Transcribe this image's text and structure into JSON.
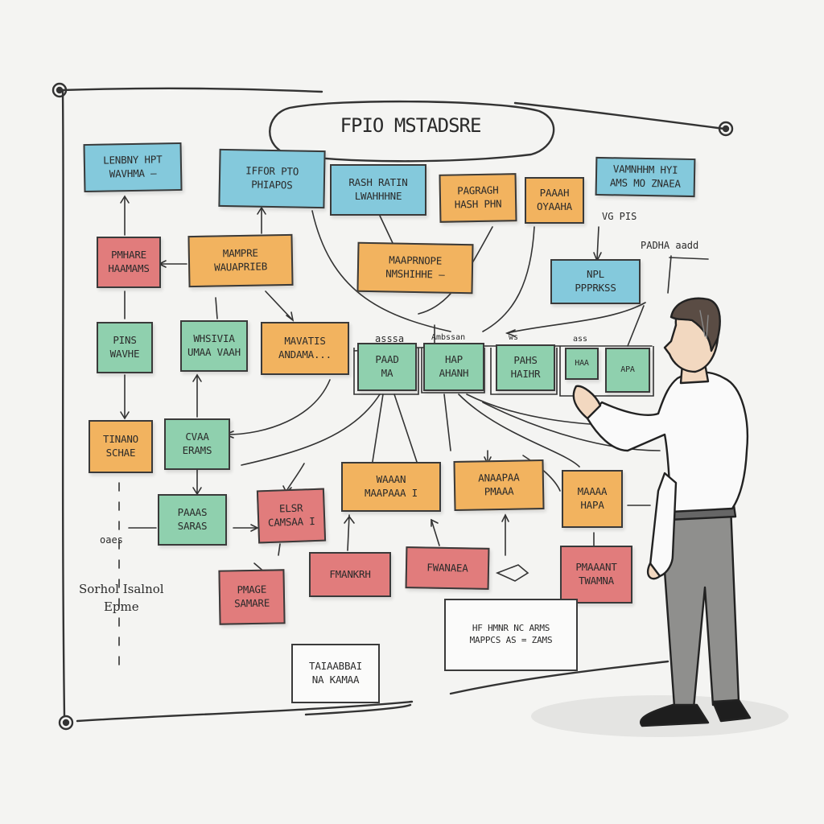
{
  "board": {
    "title": "FPIO MSTADSRE",
    "notes": {
      "n1": [
        "LENBNY HPT",
        "WAVHMA —"
      ],
      "n2": [
        "IFFOR PTO",
        "PHIAPOS"
      ],
      "n3": [
        "RASH RATIN",
        "LWAHHHNE"
      ],
      "n4": [
        "PAGRAGH",
        "HASH PHN"
      ],
      "n5": [
        "PAAAH",
        "OYAAHA"
      ],
      "n6": [
        "VAMNHHM HYI",
        "AMS MO ZNAEA"
      ],
      "n7": [
        "PMHARE",
        "HAAMAMS"
      ],
      "n8": [
        "MAMPRE",
        "WAUAPRIEB"
      ],
      "n9": [
        "MAAPRNOPE",
        "NMSHIHHE —"
      ],
      "n10": [
        "NPL",
        "PPPRKSS"
      ],
      "n11": [
        "PINS",
        "WAVHE"
      ],
      "n12": [
        "WHSIVIA",
        "UMAA VAAH"
      ],
      "n13": [
        "MAVATIS",
        "ANDAMA..."
      ],
      "n14": [
        "PAAD",
        "MA"
      ],
      "n15": [
        "HAP",
        "AHANH"
      ],
      "n16": [
        "PAHS",
        "HAIHR"
      ],
      "n17": [
        "HAA",
        ""
      ],
      "n18": [
        "APA",
        ""
      ],
      "n19": [
        "TINANO",
        "SCHAE"
      ],
      "n20": [
        "CVAA",
        "ERAMS"
      ],
      "n21": [
        "WAAAN",
        "MAAPAAA I"
      ],
      "n22": [
        "ANAAPAA",
        "PMAAA"
      ],
      "n23": [
        "MAAAA",
        "HAPA"
      ],
      "n24": [
        "PAAAS",
        "SARAS"
      ],
      "n25": [
        "ELSR",
        "CAMSAA I"
      ],
      "n26": [
        "FMANKRH",
        ""
      ],
      "n27": [
        "FWANAEA",
        ""
      ],
      "n28": [
        "PMAAANT",
        "TWAMNA"
      ],
      "n29": [
        "PMAGE",
        "SAMARE"
      ],
      "n30": [
        "TAIAABBAI",
        "NA KAMAA"
      ],
      "n31": [
        "HF HMNR NC ARMS",
        "MAPPCS AS = ZAMS"
      ]
    },
    "labels": {
      "l1": "asssa",
      "l2": "Ambssan",
      "l3": "ws",
      "l4": "ass",
      "l5": "VG PIS",
      "l6": "PADHA aadd",
      "l7": "oaes"
    },
    "legend": {
      "line1": "Sorhol Isalnol",
      "line2": "Epme"
    }
  },
  "colors": {
    "blue": "#84c9dc",
    "orange": "#f2b35f",
    "green": "#8fd0ae",
    "red": "#e17c7c",
    "ink": "#2a2a2a",
    "paper": "#f4f4f2"
  }
}
